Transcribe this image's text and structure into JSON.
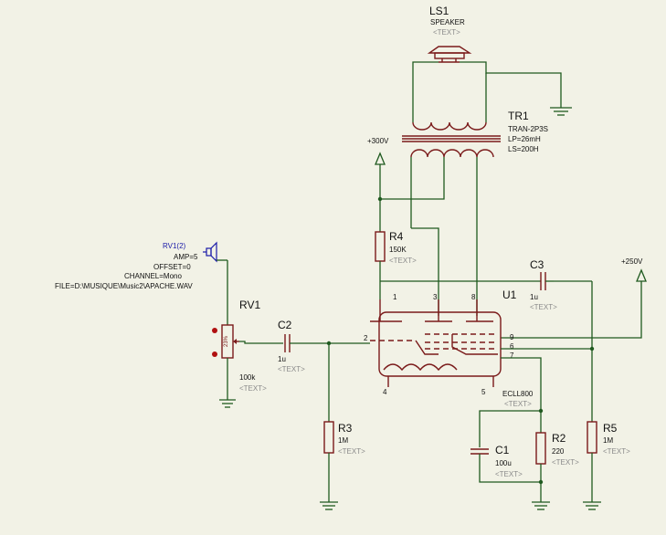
{
  "components": {
    "LS1": {
      "ref": "LS1",
      "value": "SPEAKER",
      "text": "<TEXT>"
    },
    "TR1": {
      "ref": "TR1",
      "model": "TRAN-2P3S",
      "lp": "LP=26mH",
      "ls": "LS=200H"
    },
    "R4": {
      "ref": "R4",
      "value": "150K",
      "text": "<TEXT>"
    },
    "C3": {
      "ref": "C3",
      "value": "1u",
      "text": "<TEXT>"
    },
    "U1": {
      "ref": "U1",
      "value": "ECLL800",
      "text": "<TEXT>"
    },
    "C2": {
      "ref": "C2",
      "value": "1u",
      "text": "<TEXT>"
    },
    "RV1": {
      "ref": "RV1",
      "value": "100k",
      "text": "<TEXT>",
      "wiper": "23%"
    },
    "R3": {
      "ref": "R3",
      "value": "1M",
      "text": "<TEXT>"
    },
    "C1": {
      "ref": "C1",
      "value": "100u",
      "text": "<TEXT>"
    },
    "R2": {
      "ref": "R2",
      "value": "220",
      "text": "<TEXT>"
    },
    "R5": {
      "ref": "R5",
      "value": "1M",
      "text": "<TEXT>"
    }
  },
  "generator": {
    "ref": "RV1(2)",
    "amp": "AMP=5",
    "offset": "OFFSET=0",
    "channel": "CHANNEL=Mono",
    "file": "FILE=D:\\MUSIQUE\\Music2\\APACHE.WAV"
  },
  "supplies": {
    "v300": "+300V",
    "v250": "+250V"
  },
  "pins": {
    "p1": "1",
    "p2": "2",
    "p3": "3",
    "p4": "4",
    "p5": "5",
    "p6": "6",
    "p7": "7",
    "p8": "8",
    "p9": "9"
  },
  "colors": {
    "background": "#f2f2e6",
    "wire": "#1f5a1f",
    "component": "#7a1a1a",
    "generator_label": "#1a1aa8",
    "text_placeholder": "#8a8a8a"
  }
}
